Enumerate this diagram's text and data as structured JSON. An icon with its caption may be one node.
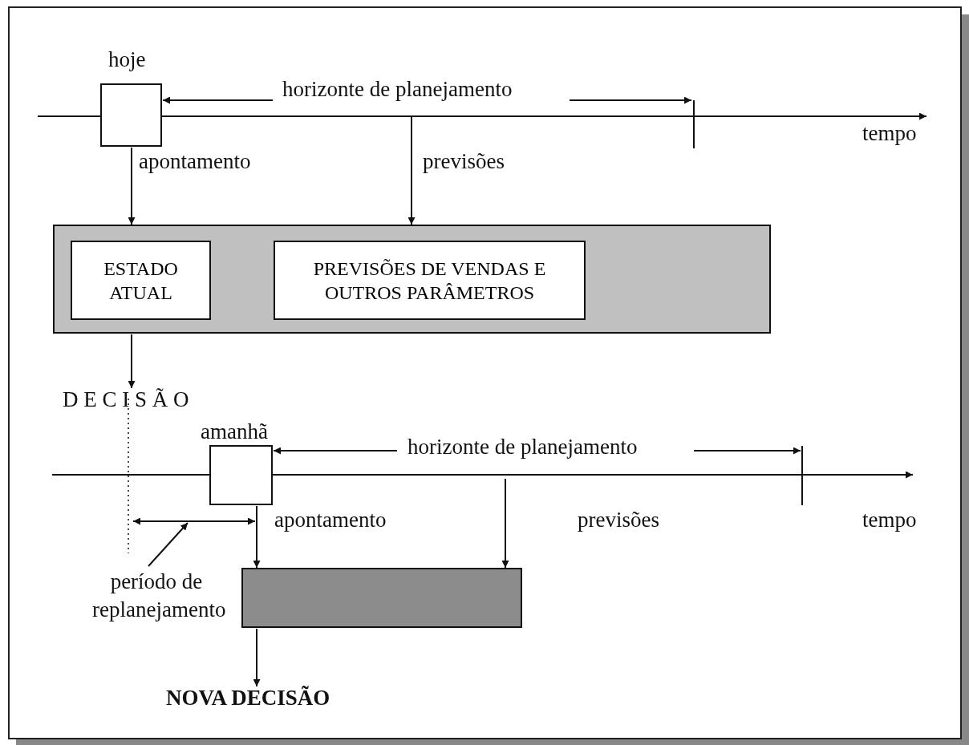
{
  "diagram": {
    "nodes": [
      {
        "text": [
          "hoje"
        ]
      },
      {
        "text": [],
        "shape": "box"
      },
      {
        "text": [
          "ESTADO ATUAL"
        ],
        "in": 1
      },
      {
        "text": [
          "PREVISÕES DE VENDAS E OUTROS PARÂMETROS"
        ],
        "in": 1
      },
      {
        "text": [
          "D E C I S Ã O"
        ]
      },
      {
        "text": [
          "amanhã"
        ]
      },
      {
        "text": [],
        "shape": "box"
      },
      {
        "text": [
          "NOVA DECISÃO"
        ]
      },
      {
        "text": [
          "período de replanejamento"
        ]
      }
    ],
    "edges": [
      {
        "from": 0,
        "to": 1,
        "arrow": "to",
        "label": "apontamento"
      },
      {
        "from": null,
        "to": 1,
        "arrow": "to",
        "label": "previsões"
      },
      {
        "from": 1,
        "to": 4,
        "arrow": "to"
      },
      {
        "from": 5,
        "to": 6,
        "arrow": "to",
        "label": "apontamento"
      },
      {
        "from": null,
        "to": 6,
        "arrow": "to",
        "label": "previsões"
      },
      {
        "from": 6,
        "to": 7,
        "arrow": "to"
      },
      {
        "from": 8,
        "to": null,
        "arrow": "to"
      }
    ],
    "labels": [
      "horizonte de planejamento",
      "tempo",
      "horizonte de planejamento",
      "tempo"
    ]
  }
}
